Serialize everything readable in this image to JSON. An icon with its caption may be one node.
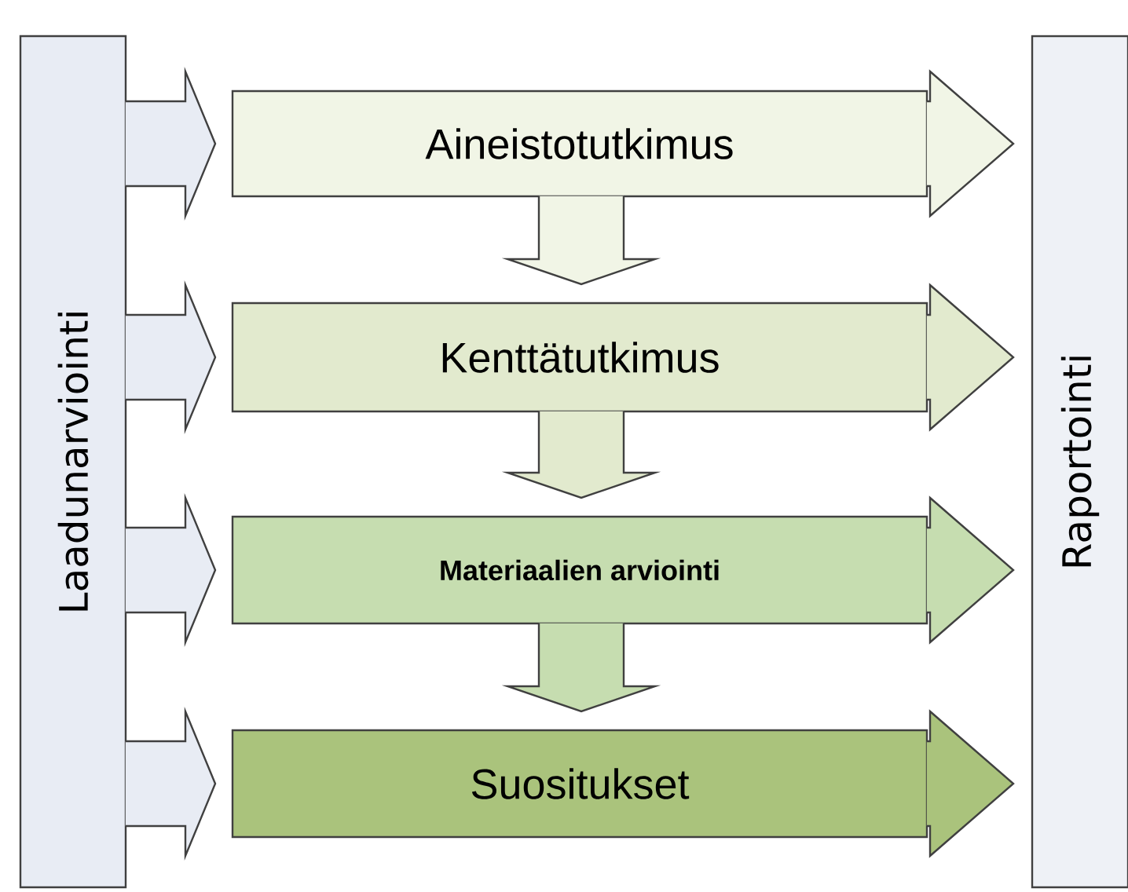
{
  "diagram": {
    "nodes": [
      {
        "text": [
          "Laadunarviointi"
        ]
      },
      {
        "text": [
          "Aineistotutkimus"
        ]
      },
      {
        "text": [
          "Kenttätutkimus"
        ]
      },
      {
        "text": [
          "Materiaalien arviointi"
        ]
      },
      {
        "text": [
          "Suositukset"
        ]
      },
      {
        "text": [
          "Raportointi"
        ]
      }
    ],
    "edges": [
      {
        "from": 0,
        "to": 1,
        "arrow": "to"
      },
      {
        "from": 0,
        "to": 2,
        "arrow": "to"
      },
      {
        "from": 0,
        "to": 3,
        "arrow": "to"
      },
      {
        "from": 0,
        "to": 4,
        "arrow": "to"
      },
      {
        "from": 1,
        "to": 2,
        "arrow": "to"
      },
      {
        "from": 2,
        "to": 3,
        "arrow": "to"
      },
      {
        "from": 3,
        "to": 4,
        "arrow": "to"
      },
      {
        "from": 1,
        "to": 5,
        "arrow": "to"
      },
      {
        "from": 2,
        "to": 5,
        "arrow": "to"
      },
      {
        "from": 3,
        "to": 5,
        "arrow": "to"
      },
      {
        "from": 4,
        "to": 5,
        "arrow": "to"
      }
    ]
  }
}
